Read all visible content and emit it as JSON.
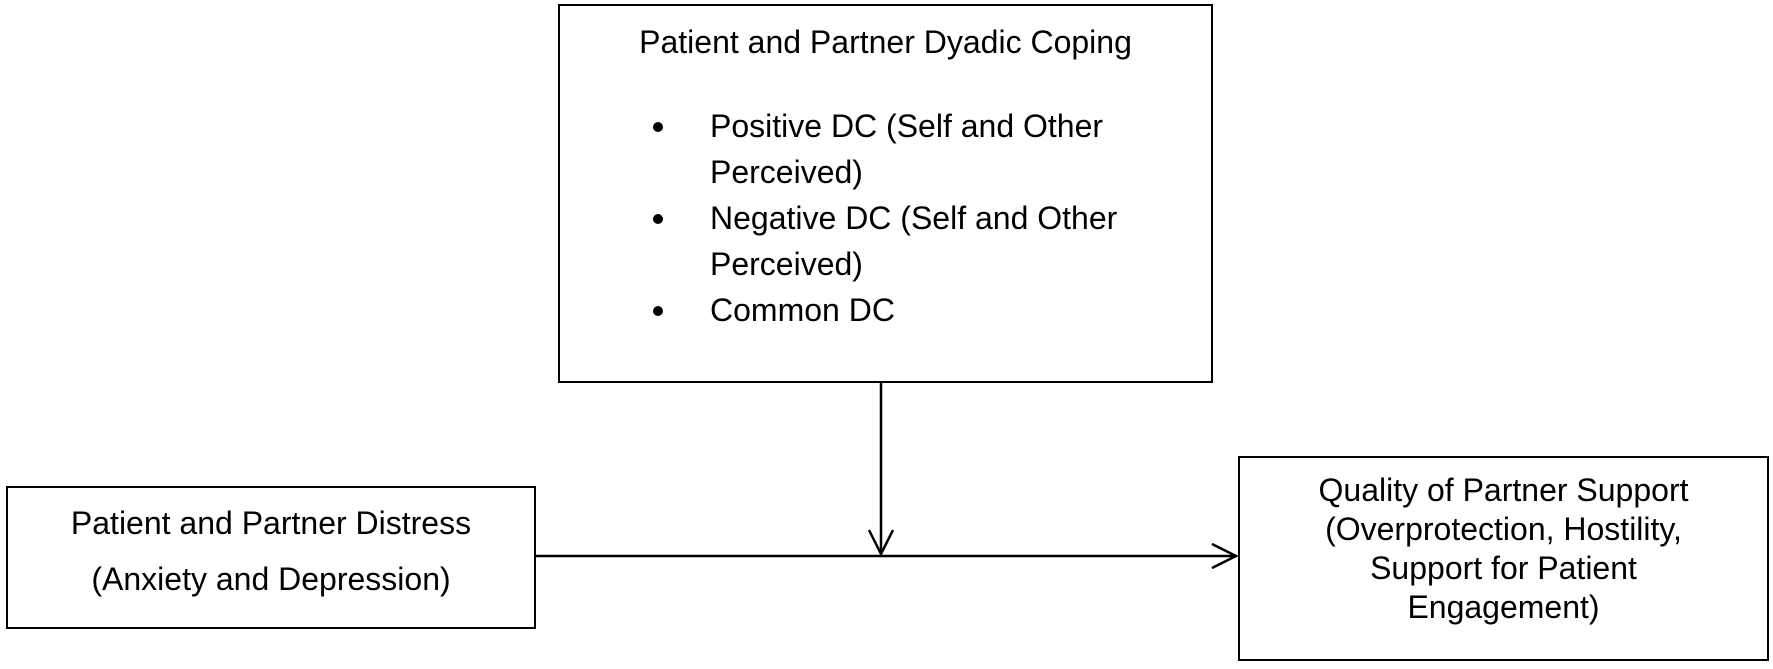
{
  "moderator": {
    "title": "Patient and Partner Dyadic Coping",
    "items": [
      {
        "line1": "Positive DC (Self and Other",
        "line2": "Perceived)"
      },
      {
        "line1": "Negative DC (Self and Other",
        "line2": "Perceived)"
      },
      {
        "line1": "Common DC",
        "line2": ""
      }
    ]
  },
  "predictor": {
    "line1": "Patient and Partner Distress",
    "line2": "(Anxiety and Depression)"
  },
  "outcome": {
    "lines": [
      "Quality of Partner Support",
      "(Overprotection, Hostility,",
      "Support for Patient",
      "Engagement)"
    ]
  }
}
